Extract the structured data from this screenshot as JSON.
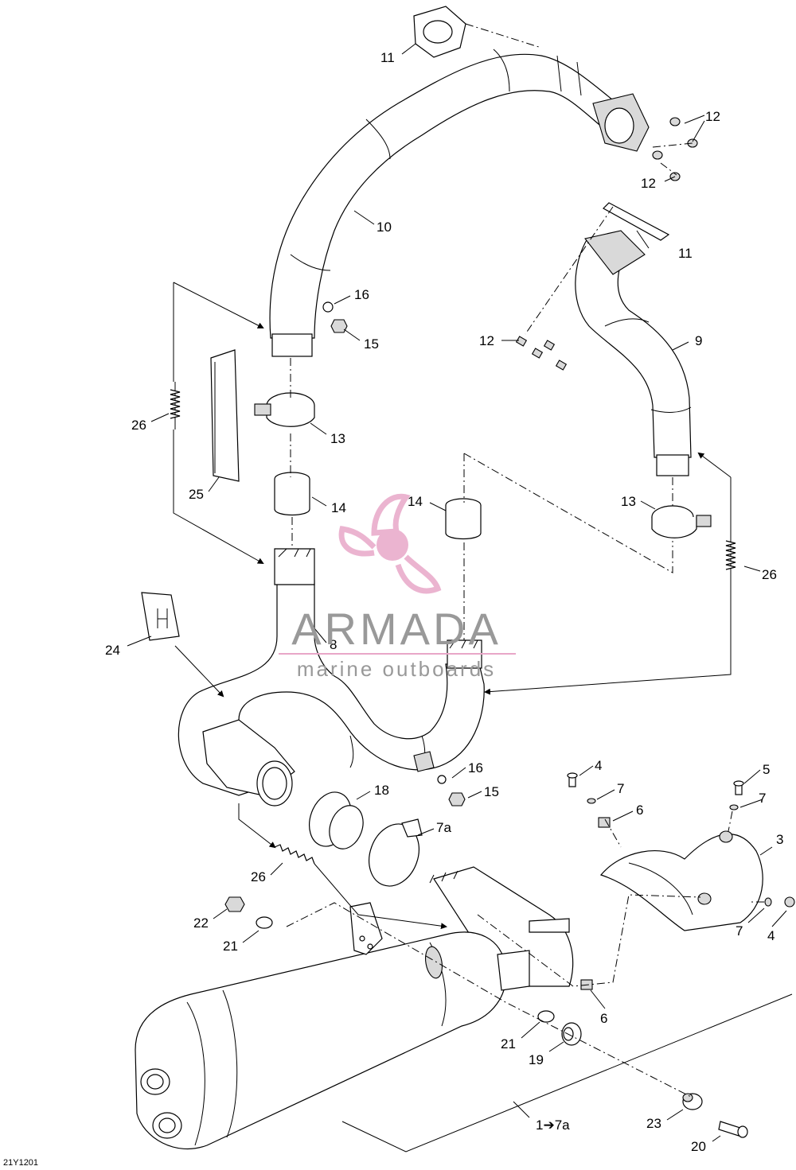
{
  "diagram": {
    "image_code": "21Y1201",
    "callouts": {
      "c11a": "11",
      "c11b": "11",
      "c12a": "12",
      "c12b": "12",
      "c12c": "12",
      "c10": "10",
      "c16a": "16",
      "c15a": "15",
      "c9": "9",
      "c26a": "26",
      "c13a": "13",
      "c25": "25",
      "c14a": "14",
      "c14b": "14",
      "c13b": "13",
      "c26b": "26",
      "c24": "24",
      "c8": "8",
      "c16b": "16",
      "c15b": "15",
      "c18": "18",
      "c7a": "7a",
      "c4a": "4",
      "c7b": "7",
      "c6a": "6",
      "c5": "5",
      "c7c": "7",
      "c3": "3",
      "c26c": "26",
      "c22": "22",
      "c21a": "21",
      "c7d": "7",
      "c4b": "4",
      "c6b": "6",
      "c21b": "21",
      "c19": "19",
      "c1to7a": "1➔7a",
      "c23": "23",
      "c20": "20"
    }
  },
  "watermark": {
    "brand": "ARMADA",
    "tagline": "marine outboards",
    "logo_color": "#e8a7c8",
    "text_color": "#999999"
  }
}
